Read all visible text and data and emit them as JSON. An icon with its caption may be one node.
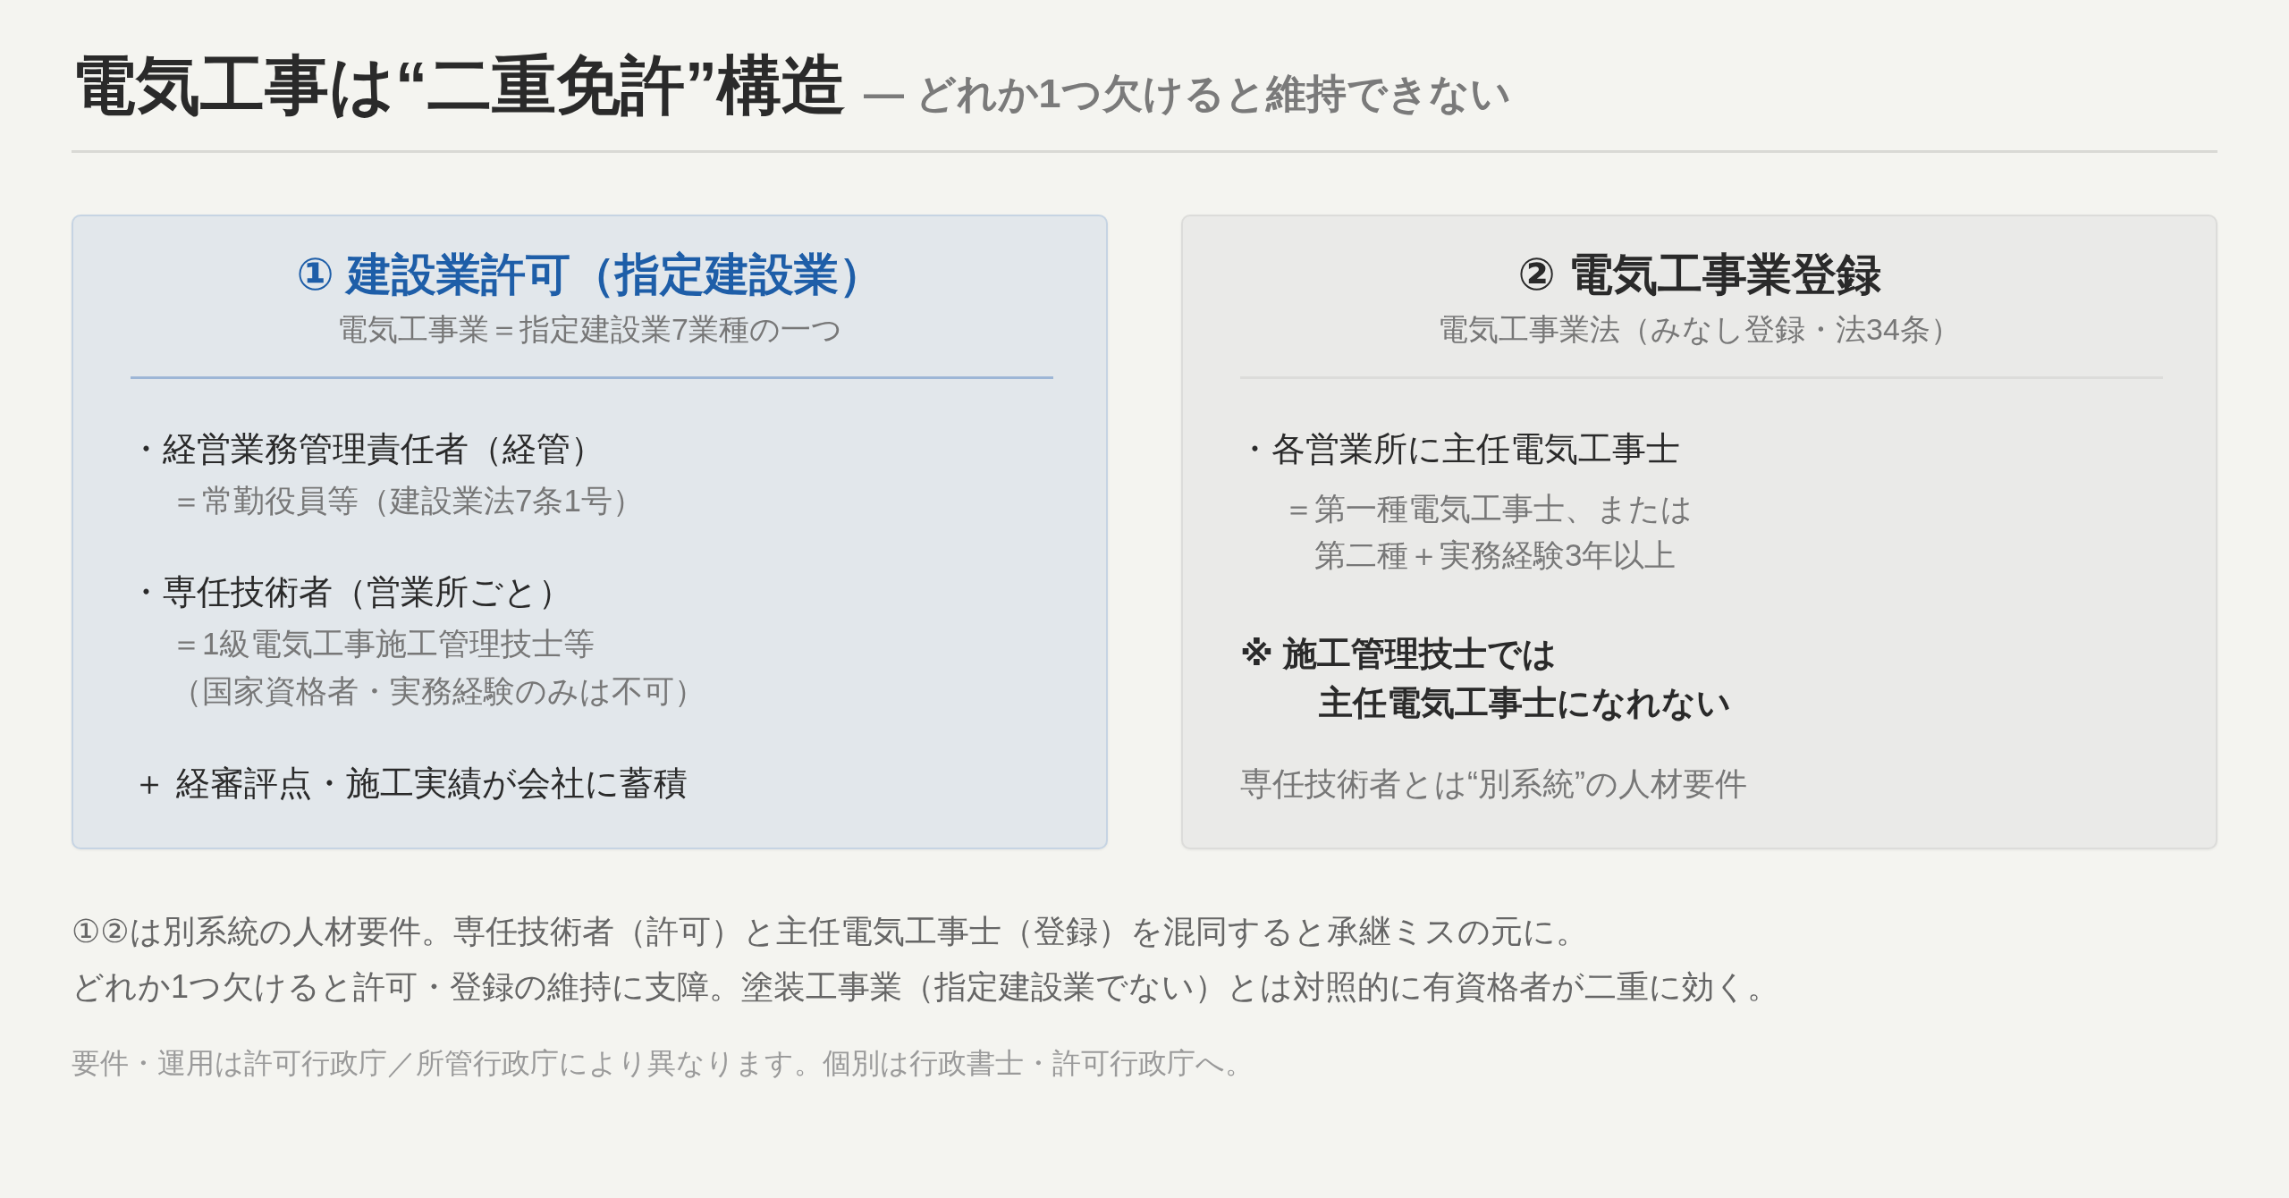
{
  "diagram": {
    "title": "電気工事は“二重免許”構造",
    "nodes": [
      {
        "text": [
          "① 建設業許可（指定建設業）",
          "電気工事業＝指定建設業7業種の一つ",
          "・経営業務管理責任者（経管）",
          "＝常勤役員等（建設業法7条1号）",
          "・専任技術者（営業所ごと）",
          "＝1級電気工事施工管理技士等",
          "（国家資格者・実務経験のみは不可）",
          "＋ 経審評点・施工実績が会社に蓄積"
        ]
      },
      {
        "text": [
          "② 電気工事業登録",
          "電気工事業法（みなし登録・法34条）",
          "・各営業所に主任電気工事士",
          "＝第一種電気工事士、または",
          "第二種＋実務経験3年以上",
          "※ 施工管理技士では",
          "主任電気工事士になれない",
          "専任技術者とは“別系統”の人材要件"
        ]
      }
    ],
    "labels": [
      "— どれか1つ欠けると維持できない",
      "①②は別系統の人材要件。専任技術者（許可）と主任電気工事士（登録）を混同すると承継ミスの元に。",
      "どれか1つ欠けると許可・登録の維持に支障。塗装工事業（指定建設業でない）とは対照的に有資格者が二重に効く。",
      "要件・運用は許可行政庁／所管行政庁により異なります。個別は行政書士・許可行政庁へ。"
    ]
  }
}
